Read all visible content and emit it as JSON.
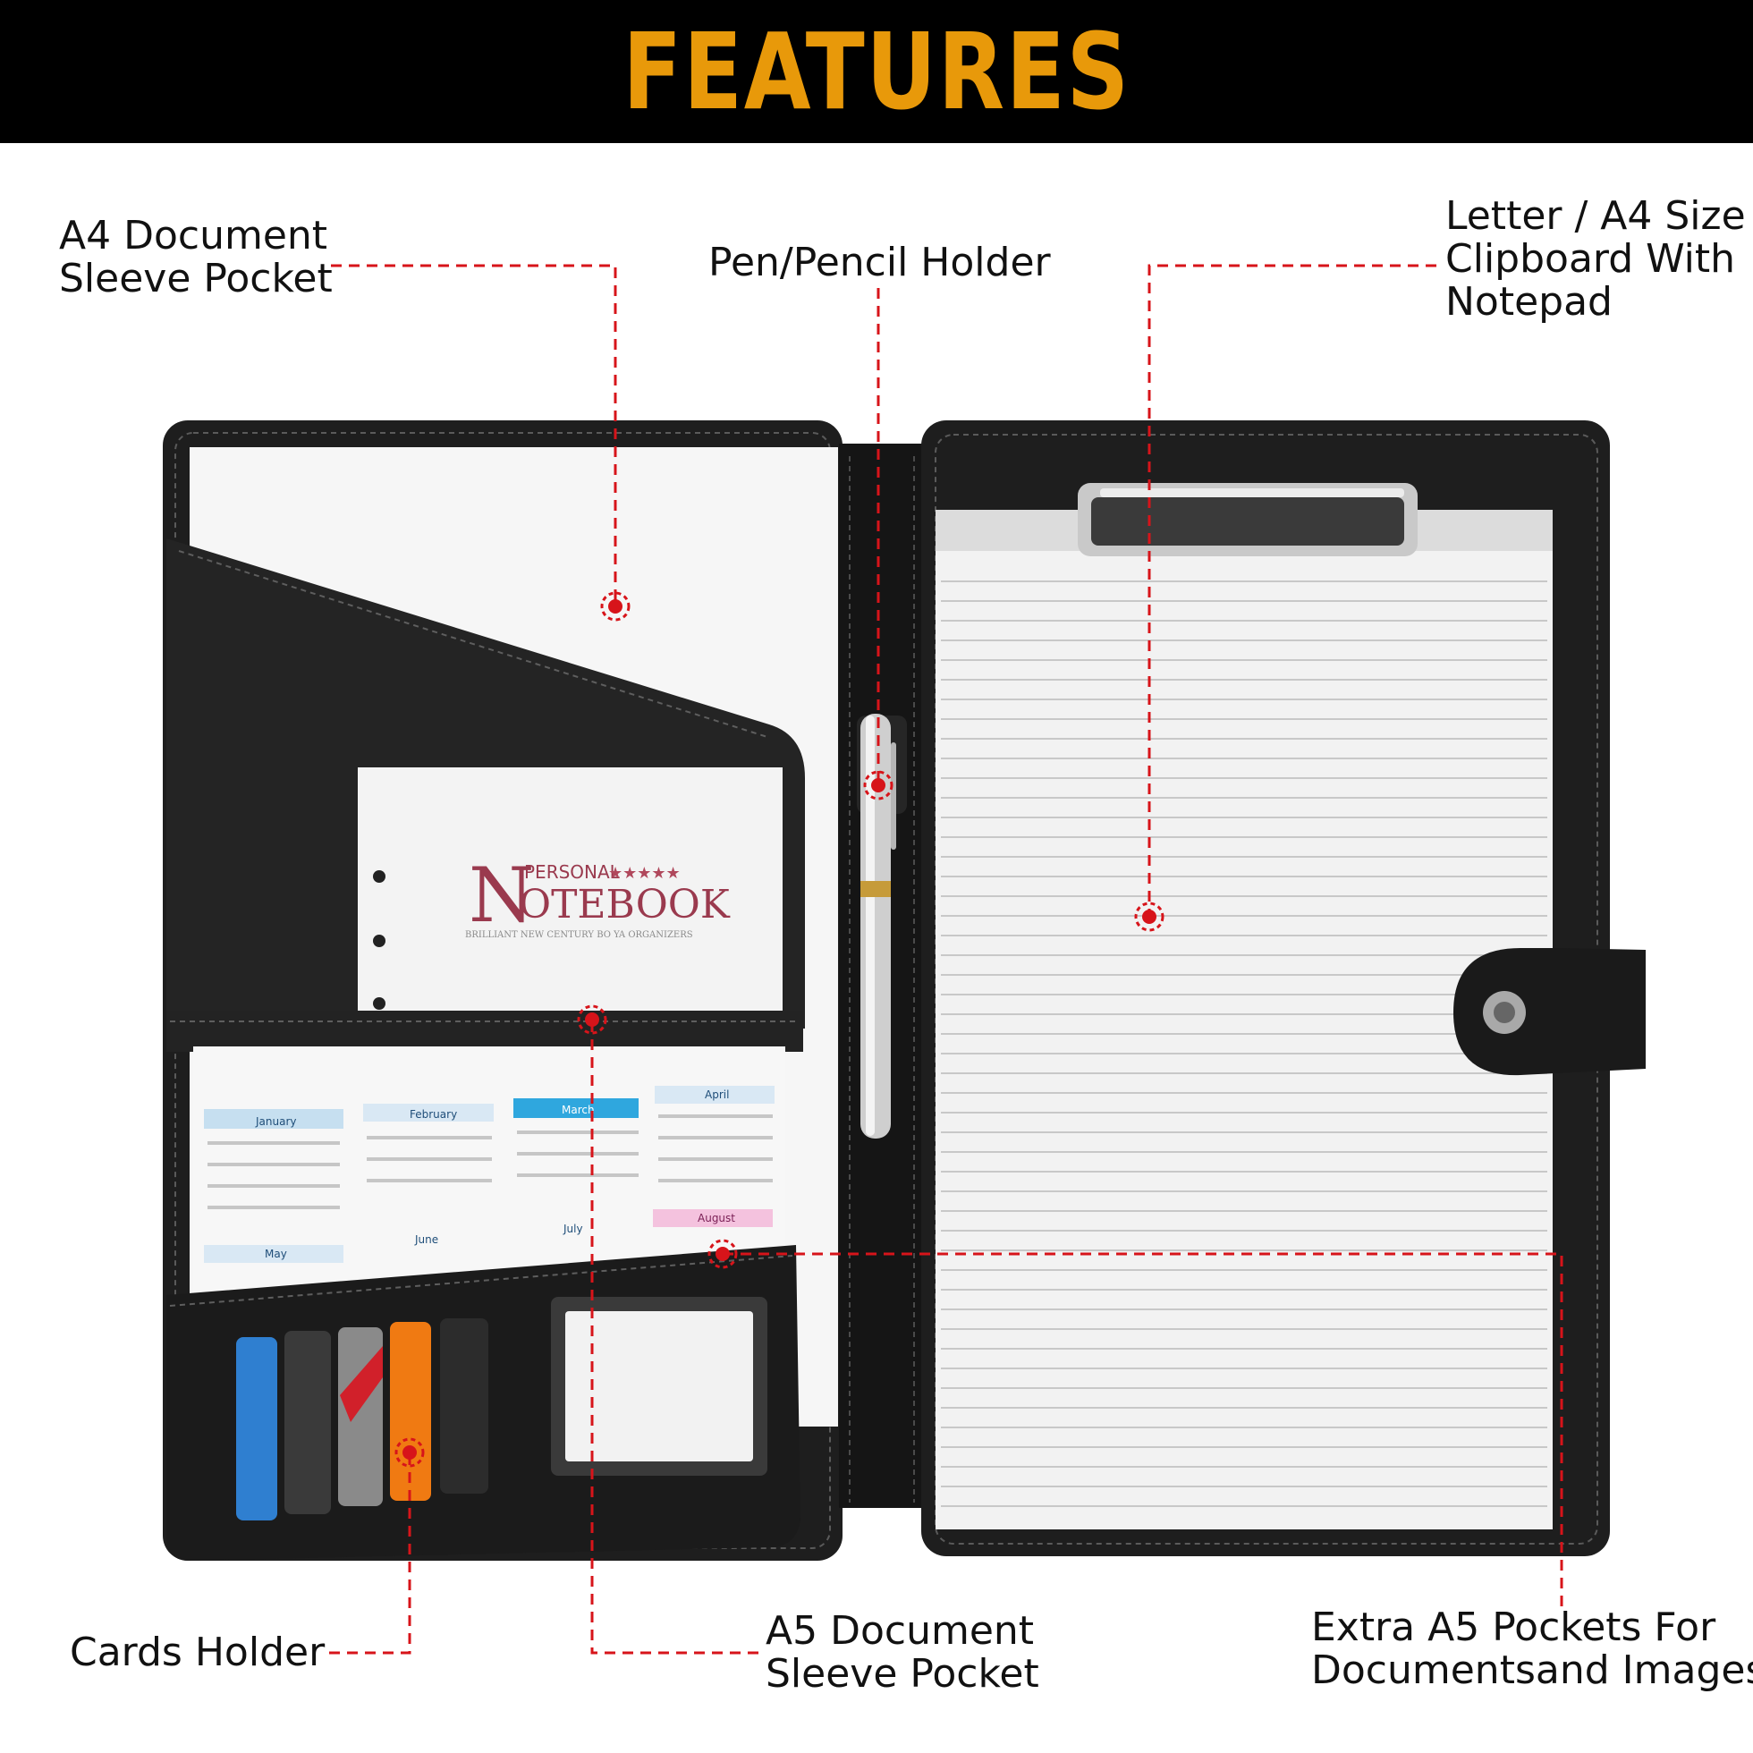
{
  "header": {
    "title": "FEATURES"
  },
  "callouts": {
    "a4_sleeve": {
      "line1": "A4 Document",
      "line2": "Sleeve Pocket"
    },
    "pen_holder": {
      "line1": "Pen/Pencil Holder"
    },
    "clipboard": {
      "line1": "Letter / A4 Size",
      "line2": "Clipboard With",
      "line3": "Notepad"
    },
    "cards": {
      "line1": "Cards Holder"
    },
    "a5_sleeve": {
      "line1": "A5 Document",
      "line2": "Sleeve Pocket"
    },
    "extra_pockets": {
      "line1": "Extra A5 Pockets For",
      "line2": "Documentsand Images"
    }
  },
  "product": {
    "notebook_small": "PERSONAL",
    "notebook_stars": "★★★★★",
    "notebook_initial": "N",
    "notebook_rest": "OTEBOOK",
    "notebook_tagline": "BRILLIANT NEW CENTURY BO YA ORGANIZERS",
    "calendar_months": [
      "January",
      "February",
      "March",
      "April",
      "May",
      "June",
      "July",
      "August"
    ]
  },
  "colors": {
    "banner_bg": "#000000",
    "banner_text": "#e8990a",
    "leader": "#d7141a",
    "leather": "#1e1e1e",
    "leather_stitch": "#5a5a5a"
  }
}
